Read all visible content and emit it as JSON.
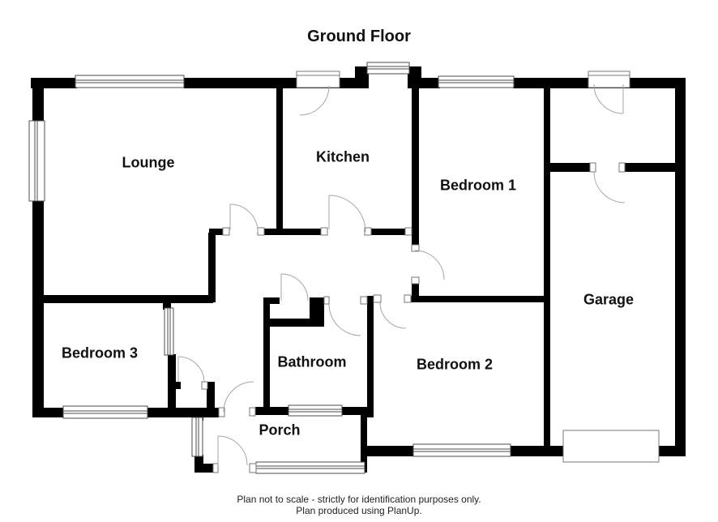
{
  "title": "Ground Floor",
  "rooms": [
    {
      "id": "lounge",
      "label": "Lounge"
    },
    {
      "id": "kitchen",
      "label": "Kitchen"
    },
    {
      "id": "bedroom-1",
      "label": "Bedroom 1"
    },
    {
      "id": "garage",
      "label": "Garage"
    },
    {
      "id": "bedroom-3",
      "label": "Bedroom 3"
    },
    {
      "id": "bathroom",
      "label": "Bathroom"
    },
    {
      "id": "bedroom-2",
      "label": "Bedroom 2"
    },
    {
      "id": "porch",
      "label": "Porch"
    }
  ],
  "footer": {
    "line1": "Plan not to scale - strictly for identification purposes only.",
    "line2": "Plan produced using PlanUp."
  },
  "colors": {
    "wall": "#000000",
    "door_swing": "#a6a6a6",
    "window_border": "#4d4d4d",
    "background": "#ffffff"
  }
}
